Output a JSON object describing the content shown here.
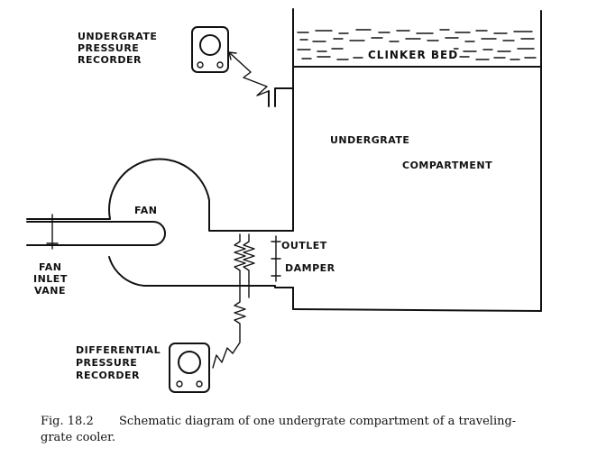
{
  "labels": {
    "undergrate_pressure_recorder": [
      "UNDERGRATE",
      "PRESSURE",
      "RECORDER"
    ],
    "clinker_bed": "CLINKER BED",
    "compartment": [
      "UNDERGRATE",
      "COMPARTMENT"
    ],
    "fan": "FAN",
    "fan_inlet_vane": [
      "FAN",
      "INLET",
      "VANE"
    ],
    "outlet_damper": [
      "OUTLET",
      "DAMPER"
    ],
    "differential_pressure_recorder": [
      "DIFFERENTIAL",
      "PRESSURE",
      "RECORDER"
    ]
  },
  "caption": {
    "number": "Fig. 18.2",
    "text_line1": "Schematic diagram of one undergrate compartment of a traveling-",
    "text_line2": "grate cooler."
  }
}
